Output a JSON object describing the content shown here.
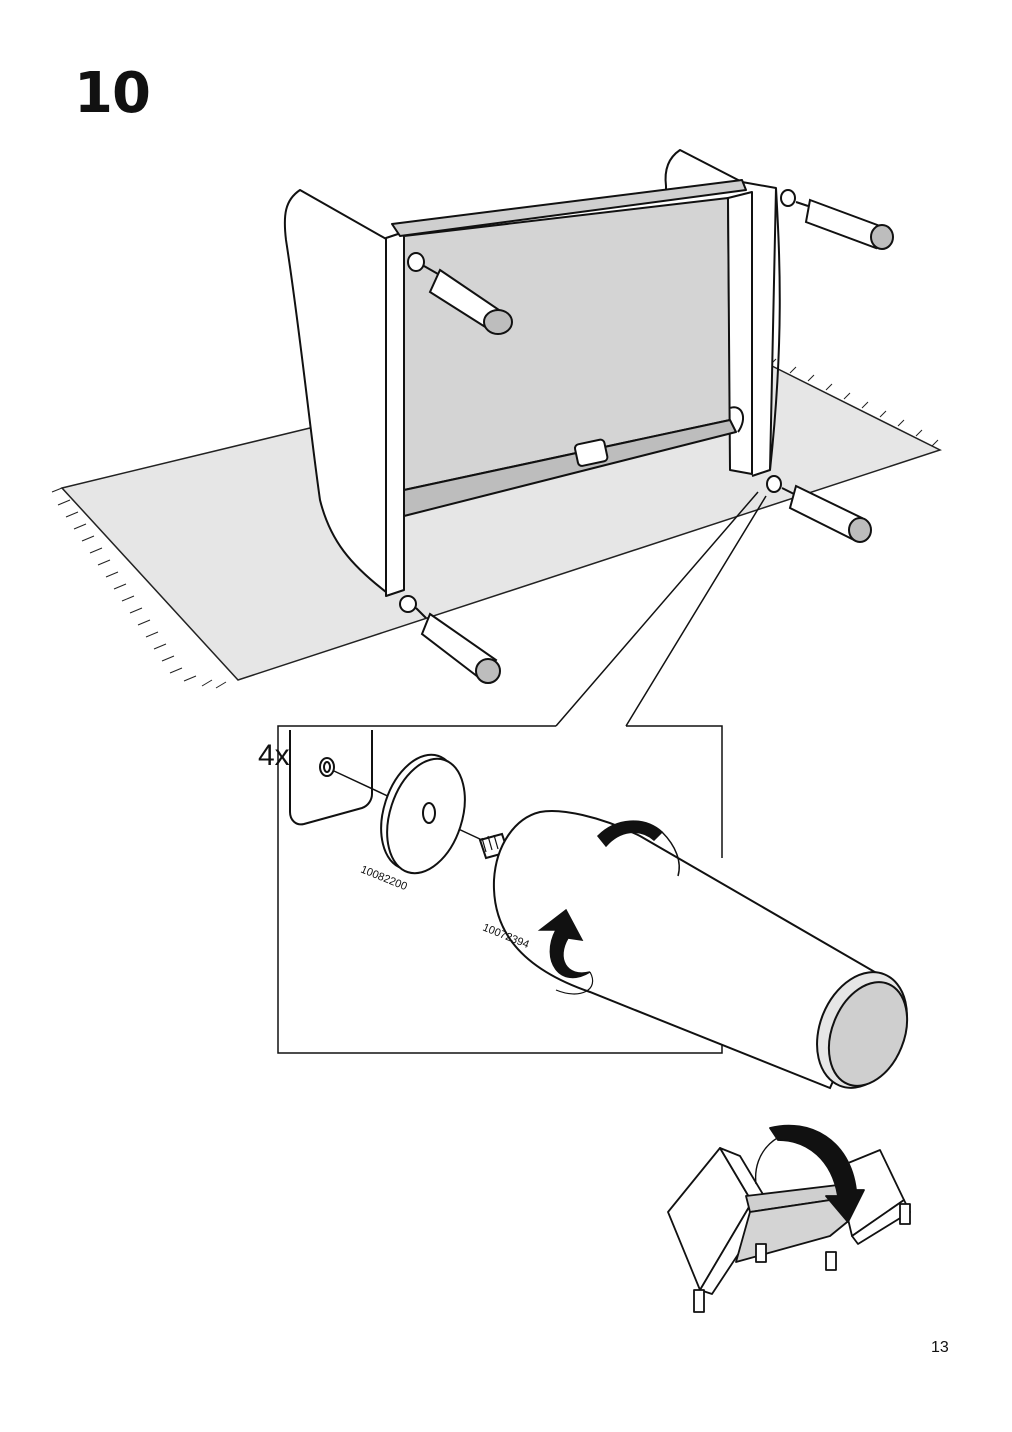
{
  "step": {
    "number": "10"
  },
  "detail": {
    "quantity": "4x",
    "washer_part_number": "10082200",
    "leg_part_number": "10072394"
  },
  "page": {
    "number": "13"
  },
  "colors": {
    "ink": "#111111",
    "fill_grey": "#d4d4d4",
    "rug_grey": "#e6e6e6",
    "paper": "#ffffff"
  }
}
